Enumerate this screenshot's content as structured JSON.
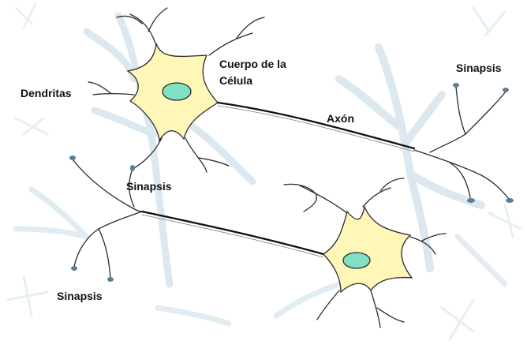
{
  "labels": {
    "cell_body_line1": "Cuerpo de la",
    "cell_body_line2": "Célula",
    "dendrites": "Dendritas",
    "axon": "Axón",
    "synapse_top_right": "Sinapsis",
    "synapse_middle": "Sinapsis",
    "synapse_bottom_left": "Sinapsis"
  },
  "colors": {
    "soma_fill": "#fff7b8",
    "nucleus_fill": "#7fe0c4",
    "outline": "#2b2b2b",
    "axon": "#111111",
    "terminal": "#5c7f95",
    "background_neuron": "#d9e7ee"
  }
}
